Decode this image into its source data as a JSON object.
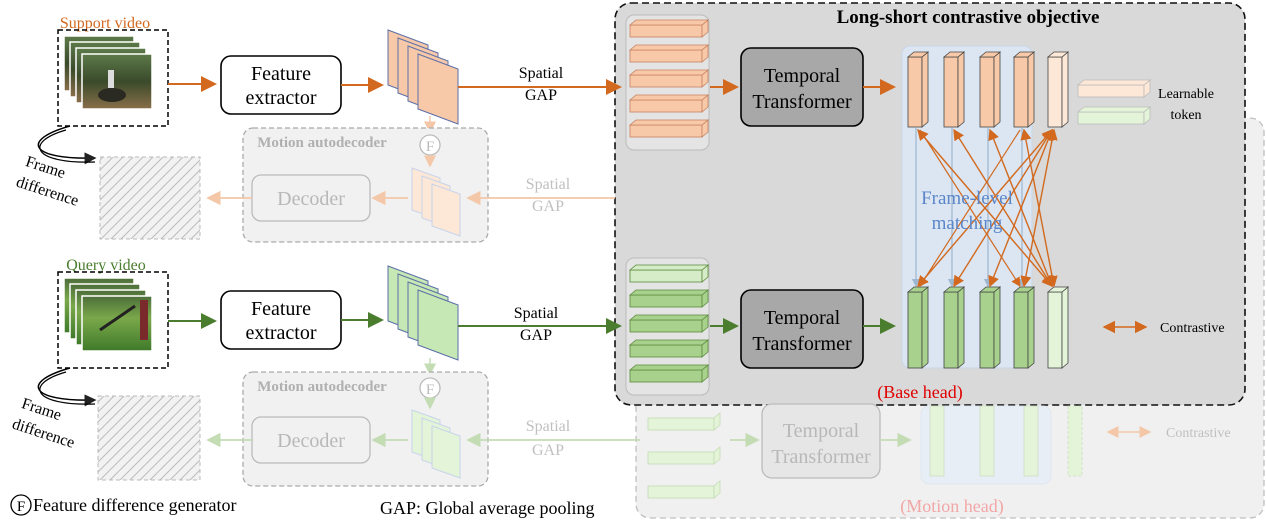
{
  "colors": {
    "support": "#d2691e",
    "query": "#4a7d2e",
    "support_fill": "#f8c9a8",
    "query_fill": "#c6e8b4",
    "faded_text": "#b8b8b8",
    "red_label": "#e00000",
    "blue_text": "#5b86c9",
    "motion_head_label": "#f2a6a6"
  },
  "labels": {
    "support_video": "Support video",
    "query_video": "Query video",
    "feature_extractor": [
      "Feature",
      "extractor"
    ],
    "spatial_gap": [
      "Spatial",
      "GAP"
    ],
    "motion_autodecoder": "Motion autodecoder",
    "decoder": "Decoder",
    "frame_difference": [
      "Frame",
      "difference"
    ],
    "f_symbol": "F",
    "temporal_transformer": [
      "Temporal",
      "Transformer"
    ],
    "long_short_title": "Long-short contrastive objective",
    "frame_level_matching": [
      "Frame-level",
      "matching"
    ],
    "learnable_token": [
      "Learnable",
      "token"
    ],
    "contrastive": "Contrastive",
    "base_head": "(Base head)",
    "motion_head": "(Motion head)",
    "legend_f_text": "Feature difference generator",
    "legend_gap": "GAP: Global average pooling"
  }
}
